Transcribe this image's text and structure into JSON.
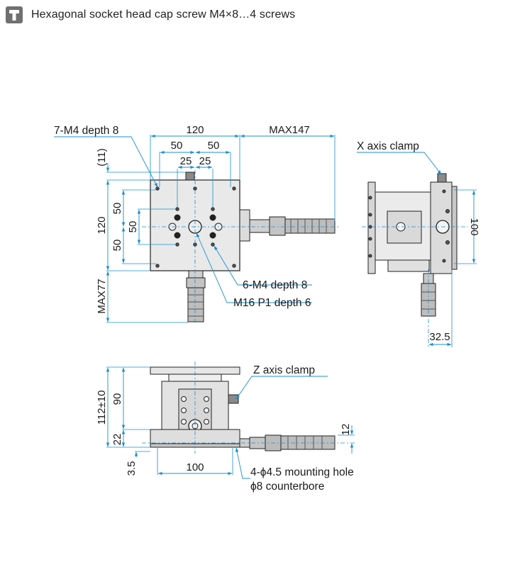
{
  "header": {
    "icon": "hex-socket-screw-icon",
    "title": "Hexagonal socket head cap screw M4×8…4 screws"
  },
  "colors": {
    "accent": "#1a8fd0",
    "line": "#222222",
    "part_fill": "#e6e6e6",
    "part_dark": "#6b6b6b"
  },
  "top_view": {
    "dim_width": "120",
    "dim_max": "MAX147",
    "dim_50_left": "50",
    "dim_50_right": "50",
    "dim_25_left": "25",
    "dim_25_right": "25",
    "dim_11": "(11)",
    "dim_height": "120",
    "dim_v50_top": "50",
    "dim_v50_mid": "50",
    "dim_v50_bottom": "50",
    "dim_max77": "MAX77",
    "callout_7m4": "7-M4 depth 8",
    "callout_6m4": "6-M4 depth 8",
    "callout_m16": "M16 P1 depth 6"
  },
  "side_view": {
    "callout_x_clamp": "X axis clamp",
    "dim_100": "100",
    "dim_32_5": "32.5"
  },
  "front_view": {
    "callout_z_clamp": "Z axis clamp",
    "dim_112": "112±10",
    "dim_90": "90",
    "dim_22": "22",
    "dim_3_5": "3.5",
    "dim_12": "12",
    "dim_100": "100",
    "callout_mount_line1": "4-ϕ4.5 mounting hole",
    "callout_mount_line2": "ϕ8 counterbore"
  }
}
